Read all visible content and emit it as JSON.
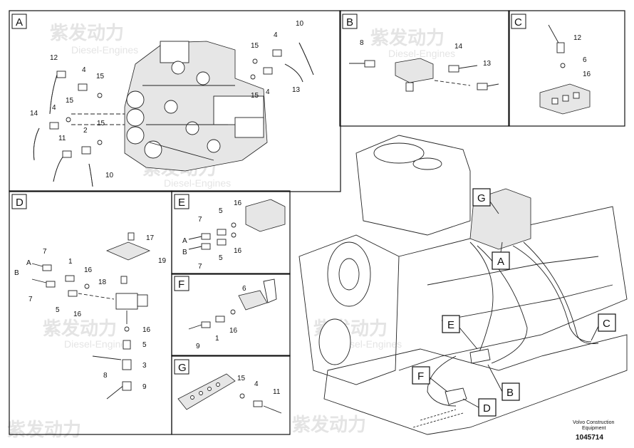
{
  "panels": [
    {
      "letter": "A",
      "callouts": [
        "10",
        "4",
        "15",
        "12",
        "4",
        "15",
        "15",
        "4",
        "13",
        "15",
        "14",
        "4",
        "11",
        "2",
        "15",
        "10"
      ]
    },
    {
      "letter": "B",
      "callouts": [
        "8",
        "14",
        "13"
      ]
    },
    {
      "letter": "C",
      "callouts": [
        "12",
        "6",
        "16"
      ]
    },
    {
      "letter": "D",
      "callouts": [
        "17",
        "19",
        "7",
        "A",
        "B",
        "1",
        "16",
        "18",
        "7",
        "5",
        "16",
        "16",
        "5",
        "3",
        "8",
        "9"
      ]
    },
    {
      "letter": "E",
      "callouts": [
        "7",
        "5",
        "16",
        "A",
        "B",
        "5",
        "16",
        "7"
      ]
    },
    {
      "letter": "F",
      "callouts": [
        "6",
        "1",
        "16",
        "9"
      ]
    },
    {
      "letter": "G",
      "callouts": [
        "15",
        "4",
        "11"
      ]
    }
  ],
  "overview_tags": [
    "G",
    "A",
    "E",
    "C",
    "F",
    "B",
    "D"
  ],
  "watermark": {
    "brand": "紫发动力",
    "sub": "Diesel-Engines"
  },
  "footer": {
    "line1": "Volvo Construction",
    "line2": "Equipment",
    "doc_number": "1045714"
  }
}
